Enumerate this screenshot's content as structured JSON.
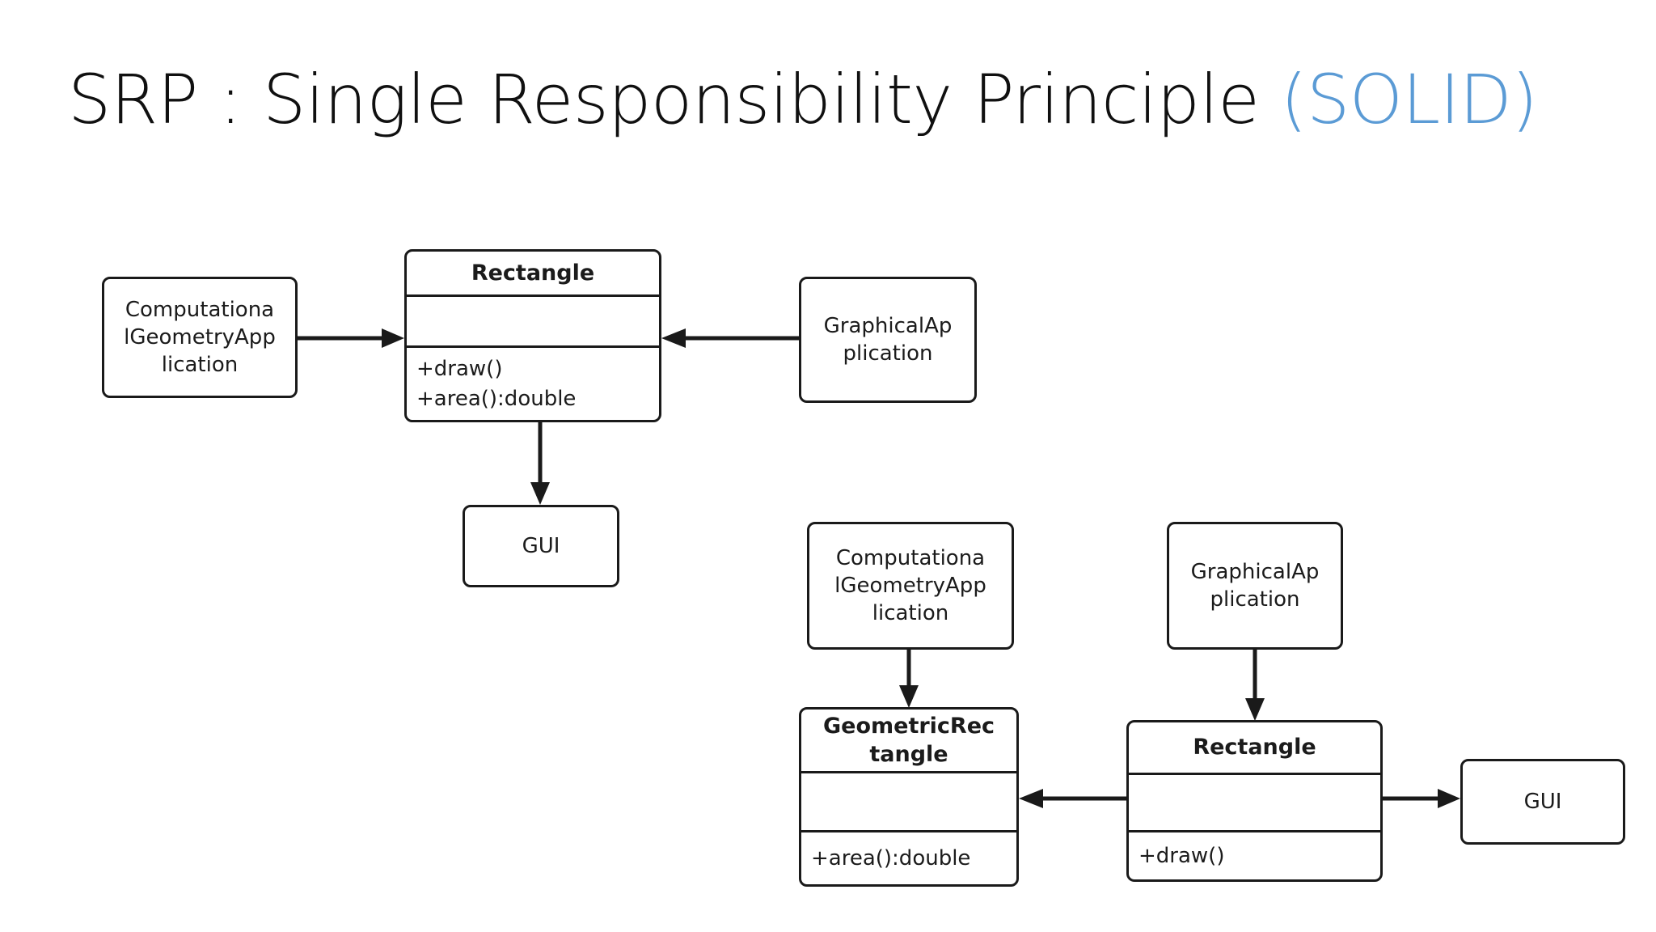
{
  "slide": {
    "title_main": "SRP : Single Responsibility Principle ",
    "title_accent": "(SOLID)",
    "accent_color": "#5B9BD5",
    "line_color": "#1a1a1a",
    "background": "#ffffff"
  },
  "diagram_before": {
    "caption": "",
    "nodes": {
      "computational_geometry_app": {
        "label": "Computationa\nlGeometryApp\nlication",
        "shape": "rounded-rect"
      },
      "graphical_app": {
        "label": "GraphicalAp\nplication",
        "shape": "rounded-rect"
      },
      "gui": {
        "label": "GUI",
        "shape": "rounded-rect"
      },
      "rectangle_class": {
        "name": "Rectangle",
        "attributes": "",
        "operations": "+draw()\n+area():double"
      }
    },
    "edges": [
      {
        "from": "computational_geometry_app",
        "to": "rectangle_class",
        "direction": "right"
      },
      {
        "from": "graphical_app",
        "to": "rectangle_class",
        "direction": "left"
      },
      {
        "from": "rectangle_class",
        "to": "gui",
        "direction": "down"
      }
    ]
  },
  "diagram_after": {
    "caption": "",
    "nodes": {
      "computational_geometry_app": {
        "label": "Computationa\nlGeometryApp\nlication",
        "shape": "rounded-rect"
      },
      "graphical_app": {
        "label": "GraphicalAp\nplication",
        "shape": "rounded-rect"
      },
      "gui": {
        "label": "GUI",
        "shape": "rounded-rect"
      },
      "geometric_rectangle_class": {
        "name": "GeometricRec\ntangle",
        "attributes": "",
        "operations": "+area():double"
      },
      "rectangle_class": {
        "name": "Rectangle",
        "attributes": "",
        "operations": "+draw()"
      }
    },
    "edges": [
      {
        "from": "computational_geometry_app",
        "to": "geometric_rectangle_class",
        "direction": "down"
      },
      {
        "from": "graphical_app",
        "to": "rectangle_class",
        "direction": "down"
      },
      {
        "from": "rectangle_class",
        "to": "geometric_rectangle_class",
        "direction": "left"
      },
      {
        "from": "rectangle_class",
        "to": "gui",
        "direction": "right"
      }
    ]
  }
}
